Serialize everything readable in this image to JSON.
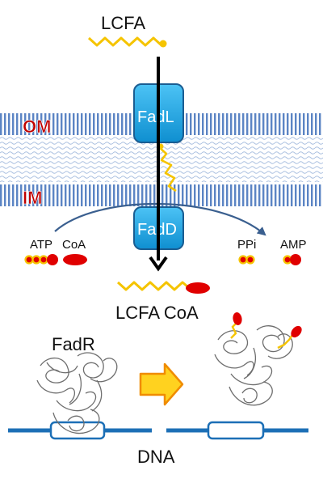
{
  "labels": {
    "lcfa": "LCFA",
    "outer_membrane": "OM",
    "inner_membrane": "IM",
    "fadL": "FadL",
    "fadD": "FadD",
    "atp": "ATP",
    "coa": "CoA",
    "ppi": "PPi",
    "amp": "AMP",
    "lcfa_coa": "LCFA CoA",
    "fadR": "FadR",
    "dna": "DNA"
  },
  "colors": {
    "membrane_blue": "#5b84c4",
    "membrane_light": "#dbe5f2",
    "membrane_label": "#c00000",
    "protein_fill": "#1aa7e6",
    "protein_stroke": "#1a5d92",
    "lcfa_chain": "#f5c400",
    "coa_red": "#e00000",
    "dna_blue": "#1c6fb6",
    "arrow_fill": "#ffd21f",
    "arrow_stroke": "#f08c00"
  },
  "icons": {
    "fadr_unbound_structure": "protein-ribbon-structure",
    "fadr_bound_structure": "protein-ribbon-structure-with-acyl-coa"
  }
}
